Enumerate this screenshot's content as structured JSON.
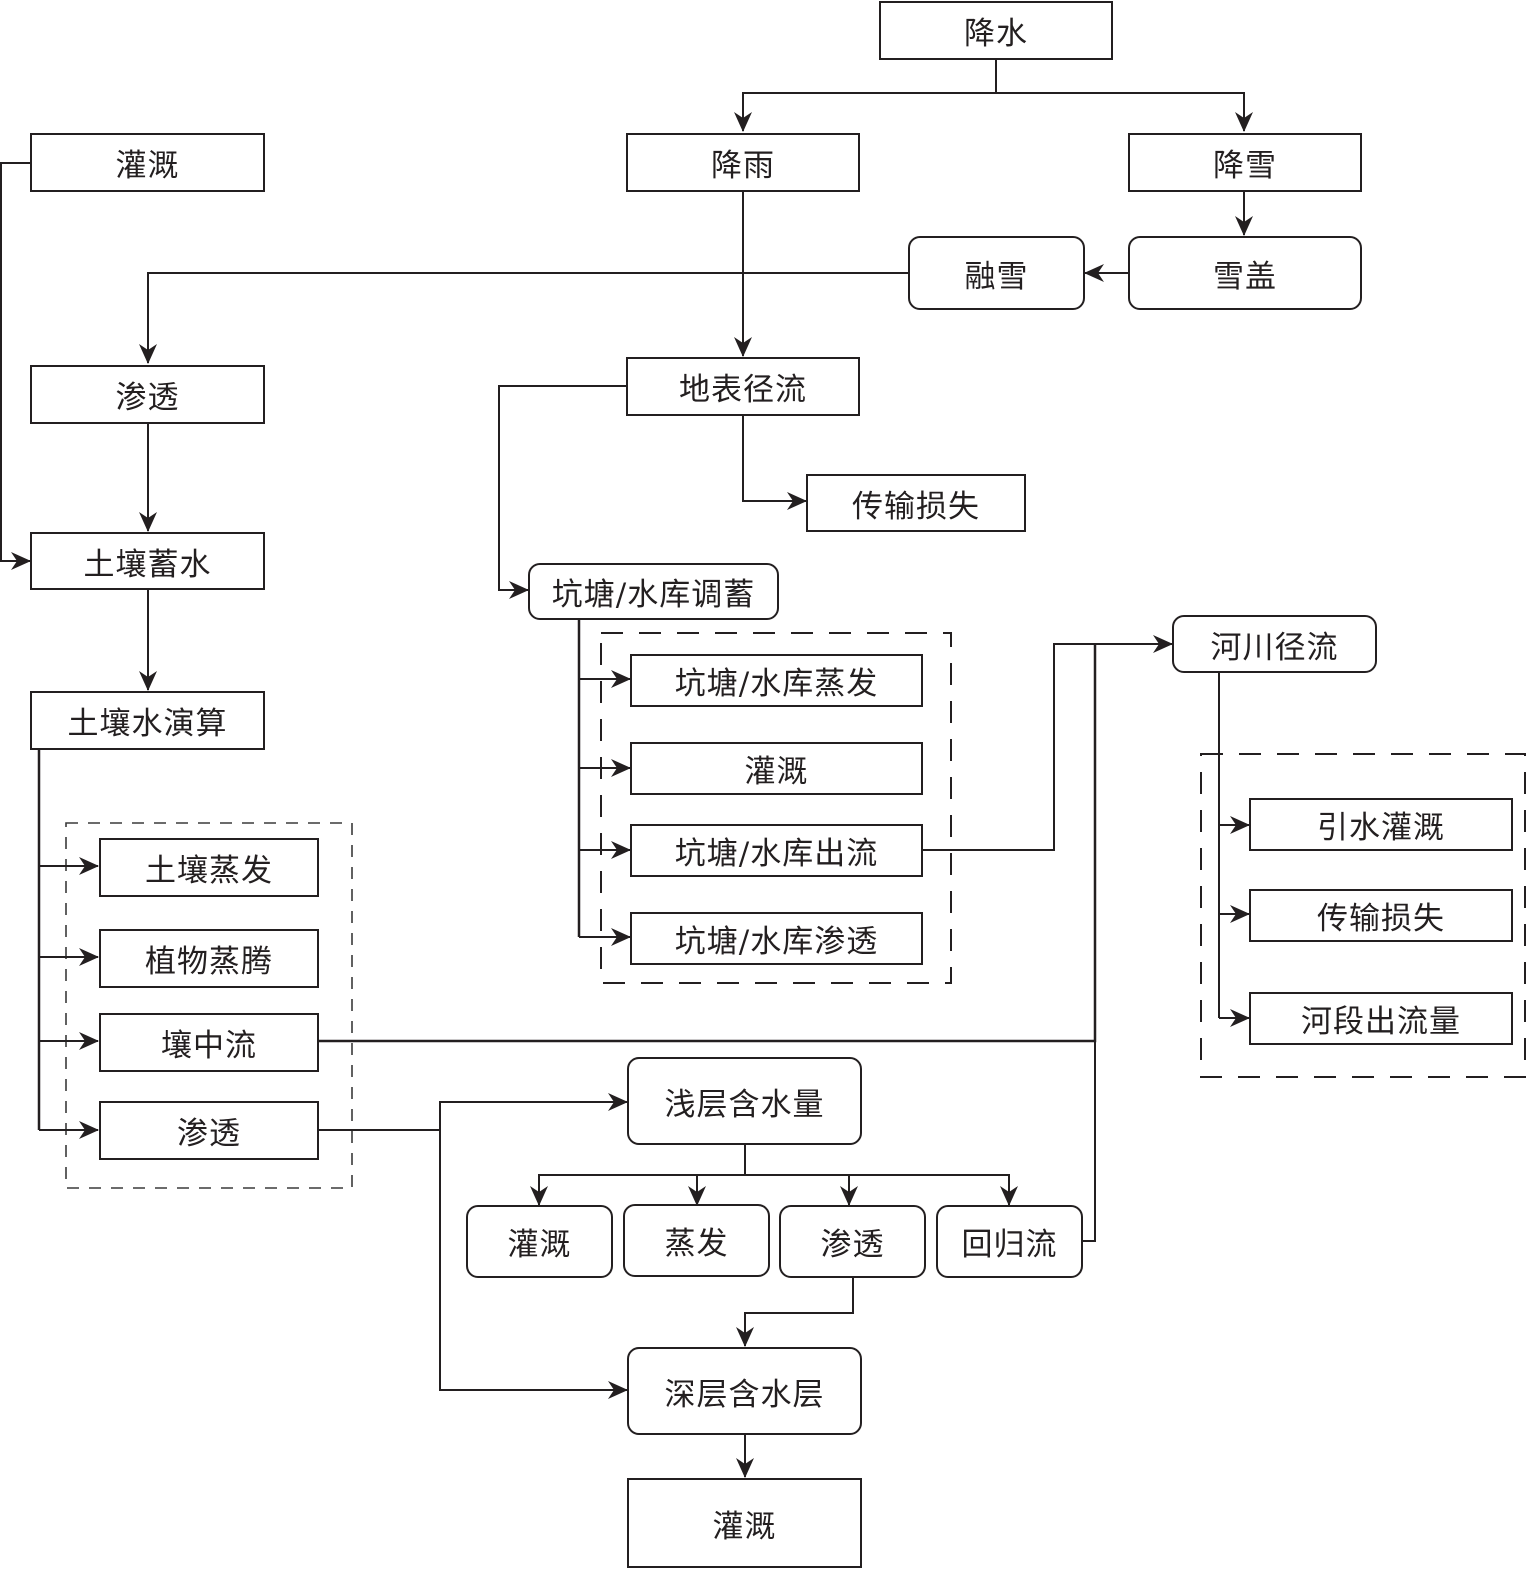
{
  "title": "水文循环过程流程图",
  "nodes": {
    "precipitation": "降水",
    "rainfall": "降雨",
    "snowfall": "降雪",
    "snowpack": "雪盖",
    "snowmelt": "融雪",
    "irrigation_top_left": "灌溉",
    "infiltration": "渗透",
    "soil_storage": "土壤蓄水",
    "soil_water_routing": "土壤水演算",
    "soil_evaporation": "土壤蒸发",
    "plant_transpiration": "植物蒸腾",
    "interflow": "壤中流",
    "soil_percolation": "渗透",
    "surface_runoff": "地表径流",
    "transmission_loss_surface": "传输损失",
    "pond_reservoir_storage": "坑塘/水库调蓄",
    "pond_evaporation": "坑塘/水库蒸发",
    "pond_irrigation": "灌溉",
    "pond_outflow": "坑塘/水库出流",
    "pond_seepage": "坑塘/水库渗透",
    "river_runoff": "河川径流",
    "diversion_irrigation": "引水灌溉",
    "transmission_loss_river": "传输损失",
    "reach_outflow": "河段出流量",
    "shallow_aquifer": "浅层含水量",
    "shallow_irrigation": "灌溉",
    "shallow_evaporation": "蒸发",
    "shallow_percolation": "渗透",
    "return_flow": "回归流",
    "deep_aquifer": "深层含水层",
    "deep_irrigation": "灌溉"
  },
  "edges": [
    [
      "precipitation",
      "rainfall"
    ],
    [
      "precipitation",
      "snowfall"
    ],
    [
      "snowfall",
      "snowpack"
    ],
    [
      "snowpack",
      "snowmelt"
    ],
    [
      "snowmelt",
      "infiltration"
    ],
    [
      "rainfall",
      "surface_runoff"
    ],
    [
      "irrigation_top_left",
      "soil_storage"
    ],
    [
      "infiltration",
      "soil_storage"
    ],
    [
      "soil_storage",
      "soil_water_routing"
    ],
    [
      "soil_water_routing",
      "soil_evaporation"
    ],
    [
      "soil_water_routing",
      "plant_transpiration"
    ],
    [
      "soil_water_routing",
      "interflow"
    ],
    [
      "soil_water_routing",
      "soil_percolation"
    ],
    [
      "surface_runoff",
      "transmission_loss_surface"
    ],
    [
      "surface_runoff",
      "pond_reservoir_storage"
    ],
    [
      "pond_reservoir_storage",
      "pond_evaporation"
    ],
    [
      "pond_reservoir_storage",
      "pond_irrigation"
    ],
    [
      "pond_reservoir_storage",
      "pond_outflow"
    ],
    [
      "pond_reservoir_storage",
      "pond_seepage"
    ],
    [
      "pond_outflow",
      "river_runoff"
    ],
    [
      "interflow",
      "river_runoff"
    ],
    [
      "return_flow",
      "river_runoff"
    ],
    [
      "river_runoff",
      "diversion_irrigation"
    ],
    [
      "river_runoff",
      "transmission_loss_river"
    ],
    [
      "river_runoff",
      "reach_outflow"
    ],
    [
      "soil_percolation",
      "shallow_aquifer"
    ],
    [
      "soil_percolation",
      "deep_aquifer"
    ],
    [
      "shallow_aquifer",
      "shallow_irrigation"
    ],
    [
      "shallow_aquifer",
      "shallow_evaporation"
    ],
    [
      "shallow_aquifer",
      "shallow_percolation"
    ],
    [
      "shallow_aquifer",
      "return_flow"
    ],
    [
      "shallow_percolation",
      "deep_aquifer"
    ],
    [
      "deep_aquifer",
      "deep_irrigation"
    ]
  ],
  "colors": {
    "line": "#231f20",
    "dash": "#3a3a3a",
    "background": "#ffffff"
  }
}
